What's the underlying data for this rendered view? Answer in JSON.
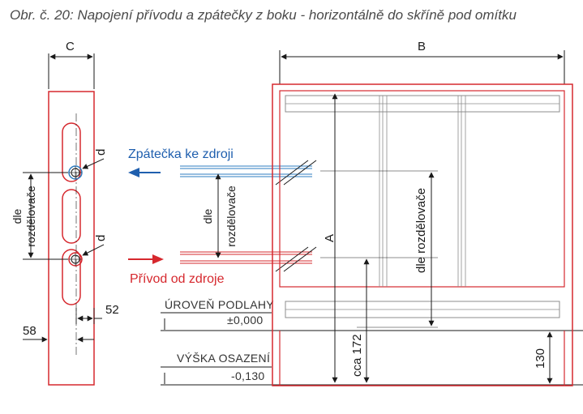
{
  "title": "Obr. č. 20: Napojení přívodu a zpátečky z boku - horizontálně do skříně pod omítku",
  "dimensions": {
    "c": "C",
    "b": "B",
    "a": "A",
    "d_top": "d",
    "d_bottom": "d",
    "dle_left_1": "dle",
    "dle_left_2": "rozdělovače",
    "dle_mid_1": "dle",
    "dle_mid_2": "rozdělovače",
    "dle_right": "dle rozdělovače",
    "w52": "52",
    "w58": "58",
    "cca172": "cca 172",
    "h130": "130"
  },
  "labels": {
    "return": "Zpátečka ke zdroji",
    "supply": "Přívod od zdroje"
  },
  "levels": {
    "floor_label": "ÚROVEŇ PODLAHY",
    "floor_value": "±0,000",
    "mount_label": "VÝŠKA OSAZENÍ",
    "mount_value": "-0,130"
  },
  "colors": {
    "frame_red": "#d6282e",
    "arrow_blue": "#1f5fae",
    "pipe_blue": "#2d7cc0",
    "line_black": "#1a1a1a",
    "inner_grey": "#8c8c8c"
  }
}
